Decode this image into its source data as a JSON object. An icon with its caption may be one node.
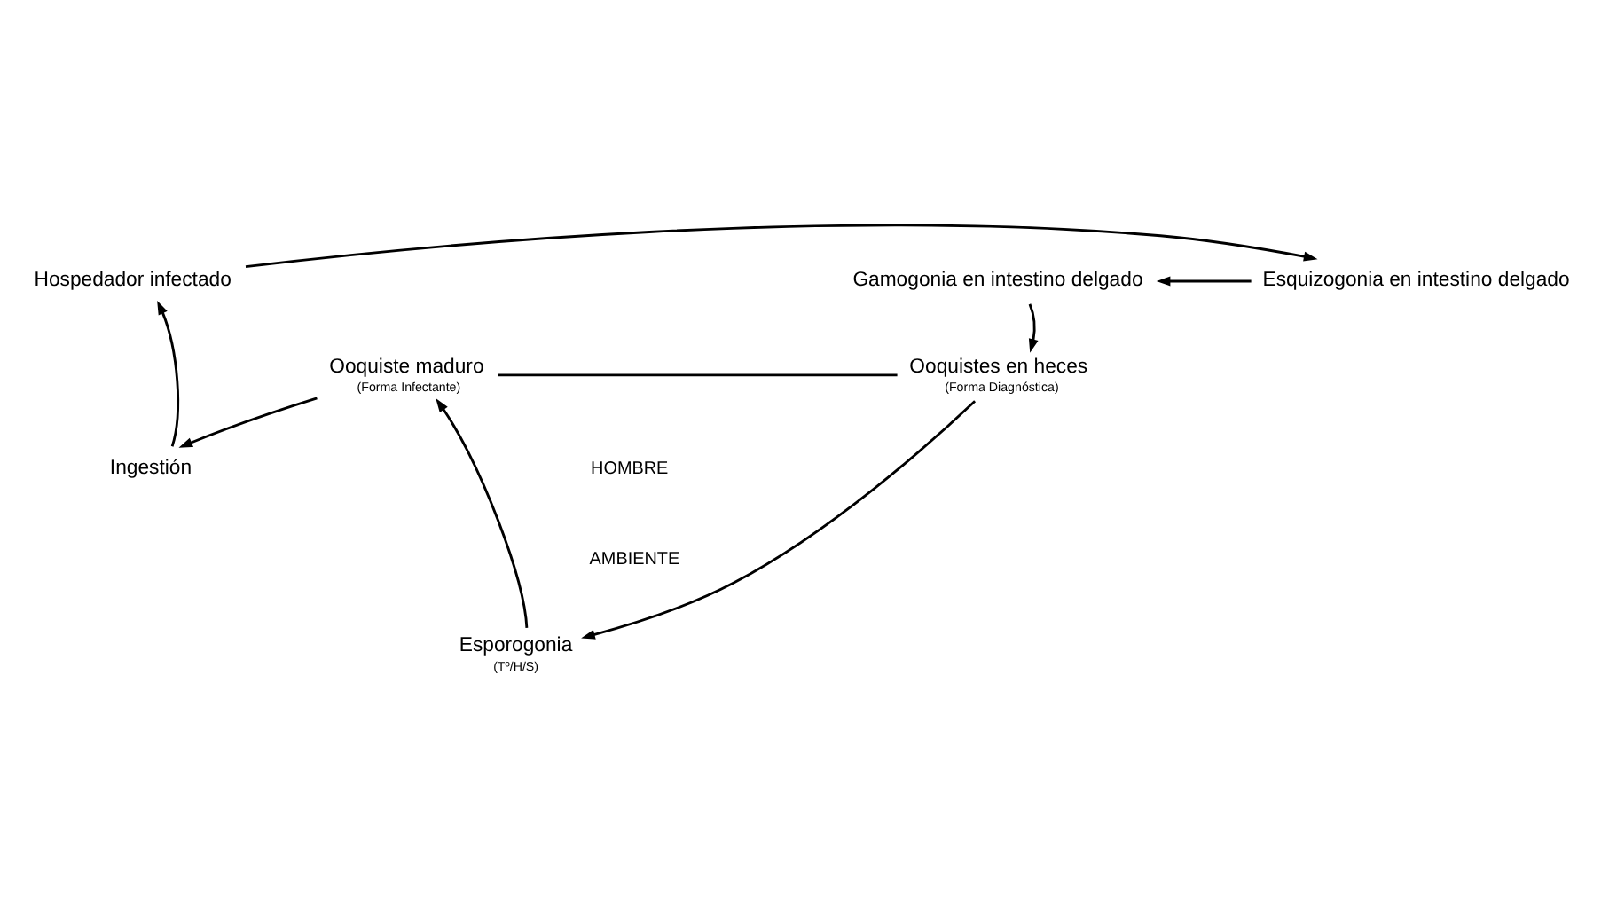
{
  "diagram": {
    "nodes": [
      {
        "text": [
          "Hospedador infectado"
        ]
      },
      {
        "text": [
          "Esquizogonia en intestino delgado"
        ]
      },
      {
        "text": [
          "Gamogonia en intestino delgado"
        ]
      },
      {
        "text": [
          "Ooquistes en heces",
          "(Forma Diagnóstica)"
        ]
      },
      {
        "text": [
          "Esporogonia",
          "(Tº/H/S)"
        ]
      },
      {
        "text": [
          "Ooquiste maduro",
          "(Forma Infectante)"
        ]
      },
      {
        "text": [
          "Ingestión"
        ]
      }
    ],
    "edges": [
      {
        "from": 0,
        "to": 1,
        "arrow": "to"
      },
      {
        "from": 1,
        "to": 2,
        "arrow": "to"
      },
      {
        "from": 2,
        "to": 3,
        "arrow": "to"
      },
      {
        "from": 3,
        "to": 4,
        "arrow": "to"
      },
      {
        "from": 4,
        "to": 5,
        "arrow": "to"
      },
      {
        "from": 5,
        "to": 6,
        "arrow": "to"
      },
      {
        "from": 6,
        "to": 0,
        "arrow": "to"
      },
      {
        "from": 5,
        "to": 3,
        "arrow": "none"
      }
    ],
    "labels": [
      "HOMBRE",
      "AMBIENTE"
    ]
  }
}
